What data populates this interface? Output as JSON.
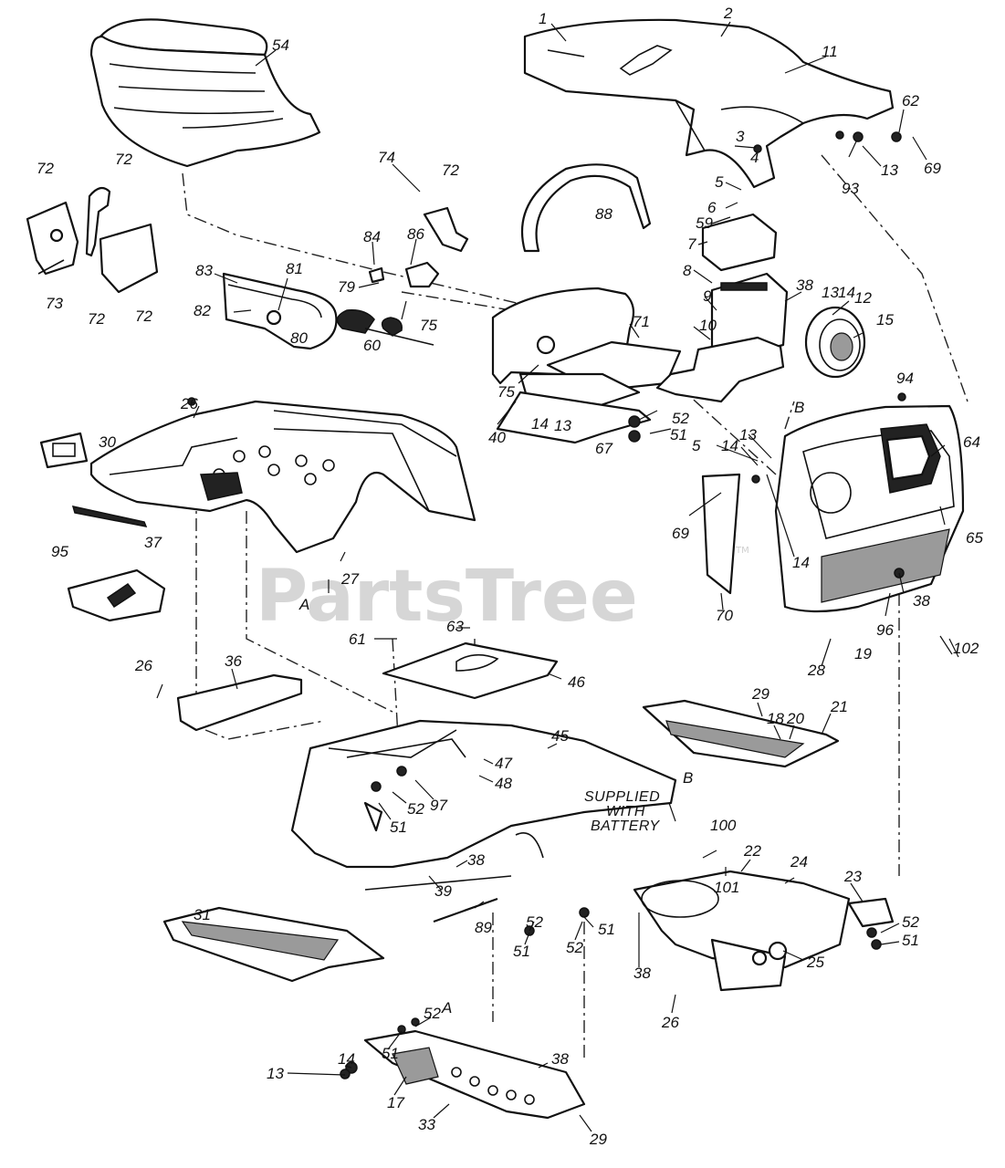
{
  "watermark": {
    "text": "PartsTree",
    "trademark": "TM"
  },
  "note": {
    "line1": "SUPPLIED",
    "line2": "WITH",
    "line3": "BATTERY"
  },
  "callouts": {
    "c1": "1",
    "c2": "2",
    "c11": "11",
    "c54": "54",
    "c62": "62",
    "c69a": "69",
    "c3": "3",
    "c4": "4",
    "c13a": "13",
    "c93": "93",
    "c72a": "72",
    "c72b": "72",
    "c72c": "72",
    "c72d": "72",
    "c72e": "72",
    "c74": "74",
    "c88": "88",
    "c5a": "5",
    "c6": "6",
    "c59": "59",
    "c7": "7",
    "c8": "8",
    "c73": "73",
    "c83": "83",
    "c81": "81",
    "c84": "84",
    "c86": "86",
    "c82": "82",
    "c79": "79",
    "c75a": "75",
    "c80": "80",
    "c60": "60",
    "c9": "9",
    "c38a": "38",
    "c13b": "13",
    "c14a": "14",
    "c12": "12",
    "c15": "15",
    "c10": "10",
    "c71": "71",
    "cB1": "B",
    "c75b": "75",
    "c94": "94",
    "c26a": "26",
    "c30": "30",
    "c40": "40",
    "c14b": "14",
    "c13c": "13",
    "c52a": "52",
    "c51a": "51",
    "c67": "67",
    "c5b": "5",
    "c14c": "14",
    "c13d": "13",
    "c64": "64",
    "c65": "65",
    "c69b": "69",
    "c14d": "14",
    "c95": "95",
    "c37": "37",
    "c27": "27",
    "cA1": "A",
    "c70": "70",
    "c96": "96",
    "c38b": "38",
    "c102": "102",
    "c28": "28",
    "c19": "19",
    "c61": "61",
    "c63": "63",
    "c46": "46",
    "c26b": "26",
    "c36": "36",
    "c29a": "29",
    "c18": "18",
    "c20": "20",
    "c21": "21",
    "c45": "45",
    "c47": "47",
    "c48": "48",
    "c52b": "52",
    "c97": "97",
    "c51b": "51",
    "cB2": "B",
    "c100": "100",
    "c22": "22",
    "c101": "101",
    "c24": "24",
    "c23": "23",
    "c38c": "38",
    "c39": "39",
    "c89": "89",
    "c52c": "52",
    "c51c": "51",
    "c51d": "51",
    "c52d": "52",
    "c52e": "52",
    "c51e": "51",
    "c31": "31",
    "c38d": "38",
    "c25": "25",
    "c26c": "26",
    "cA2": "A",
    "c52f": "52",
    "c51f": "51",
    "c14e": "14",
    "c13e": "13",
    "c38e": "38",
    "c17": "17",
    "c33": "33",
    "c29b": "29"
  }
}
